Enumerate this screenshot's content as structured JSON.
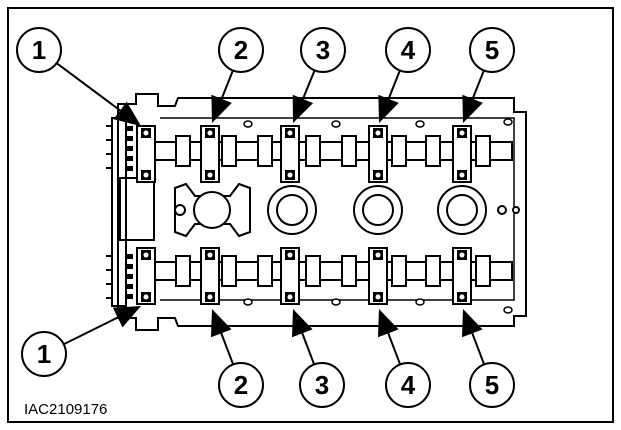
{
  "figure": {
    "id_label": "IAC2109176",
    "callouts": {
      "top": [
        "1",
        "2",
        "3",
        "4",
        "5"
      ],
      "bottom": [
        "1",
        "2",
        "3",
        "4",
        "5"
      ]
    },
    "colors": {
      "line": "#000000",
      "background": "#ffffff"
    }
  }
}
